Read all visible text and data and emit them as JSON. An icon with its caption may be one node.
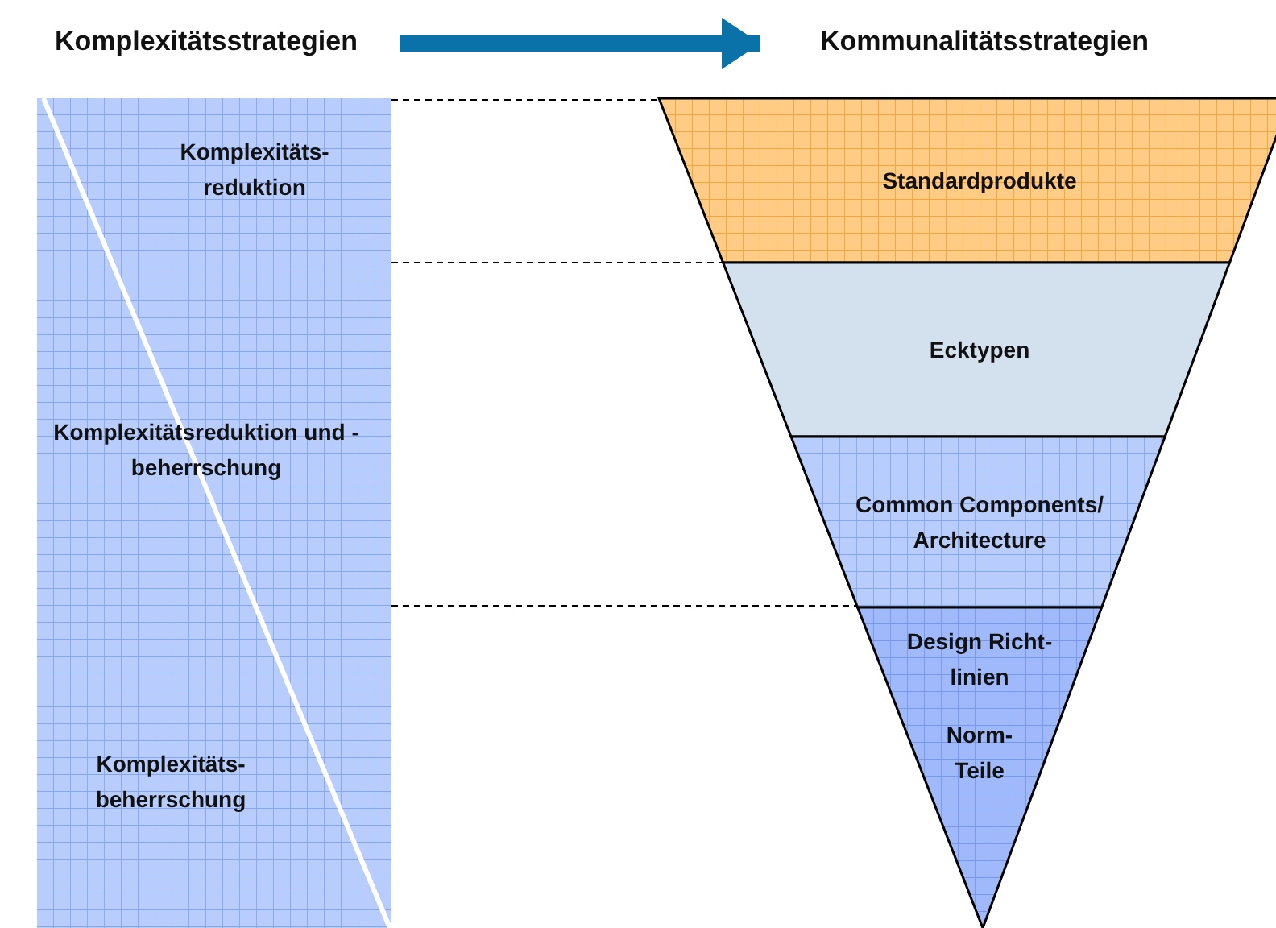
{
  "diagram": {
    "nodes": [
      {
        "text": [
          "Komplexitätsstrategien"
        ]
      },
      {
        "text": [
          "Kommunalitätsstrategien"
        ]
      },
      {
        "text": [
          "Komplexitäts- reduktion",
          "Komplexitätsreduktion und -beherrschung",
          "Komplexitäts- beherrschung"
        ]
      },
      {
        "text": [
          "Standardprodukte"
        ]
      },
      {
        "text": [
          "Ecktypen"
        ]
      },
      {
        "text": [
          "Common Components/ Architecture"
        ]
      },
      {
        "text": [
          "Design Richt- linien",
          "Norm- Teile"
        ]
      }
    ],
    "edges": [
      {
        "from": 0,
        "to": 1,
        "arrow": "to",
        "style": "thick",
        "color": "#0a72a8"
      },
      {
        "from": 2,
        "to": 3,
        "arrow": "none",
        "style": "dashed"
      },
      {
        "from": 2,
        "to": 4,
        "arrow": "none",
        "style": "dashed"
      },
      {
        "from": 2,
        "to": 5,
        "arrow": "none",
        "style": "dashed"
      }
    ]
  }
}
